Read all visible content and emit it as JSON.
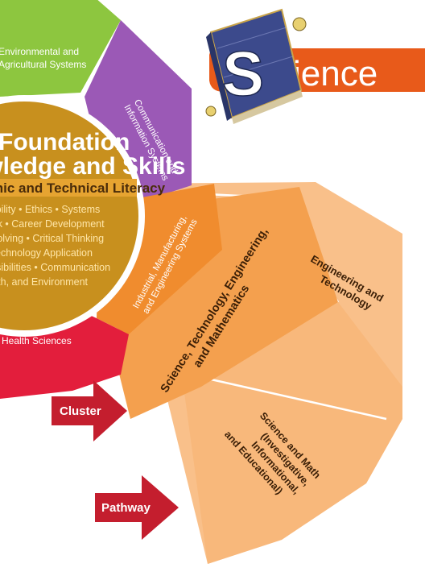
{
  "logo": {
    "letter": "S",
    "word": "cience"
  },
  "wheel": {
    "environmental": [
      "Environmental and",
      "Agricultural Systems"
    ],
    "communication": [
      "Communication and",
      "Information Systems"
    ],
    "industrial": [
      "Industrial, Manufacturing,",
      "and Engineering Systems"
    ],
    "health": "Health Sciences"
  },
  "center": {
    "title_1": "Foundation",
    "title_2": "Knowledge and Skills",
    "subtitle": "Academic and Technical Literacy",
    "lines": [
      "Employability • Ethics • Systems",
      "Teamwork • Career Development",
      "Problem Solving • Critical Thinking",
      "Information Technology Application",
      "Legal Responsibilities • Communication",
      "Safety, Health, and Environment"
    ]
  },
  "cluster": {
    "name": [
      "Science, Technology, Engineering,",
      "and Mathematics"
    ]
  },
  "pathways": {
    "engineering": [
      "Engineering and",
      "Technology"
    ],
    "science": [
      "Science and Math",
      "(Investigative,",
      "Informational,",
      "and Educational)"
    ]
  },
  "arrows": {
    "cluster_label": "Cluster",
    "pathway_label": "Pathway"
  },
  "colors": {
    "green": "#8dc63f",
    "purple": "#9b59b6",
    "orange": "#f08c2e",
    "red": "#e31e3c",
    "gold": "#c8901e",
    "peach": "#f7b070",
    "peach_light": "#f9c08a",
    "arrow_red": "#c41e2e",
    "logo_orange": "#e85a1a"
  }
}
